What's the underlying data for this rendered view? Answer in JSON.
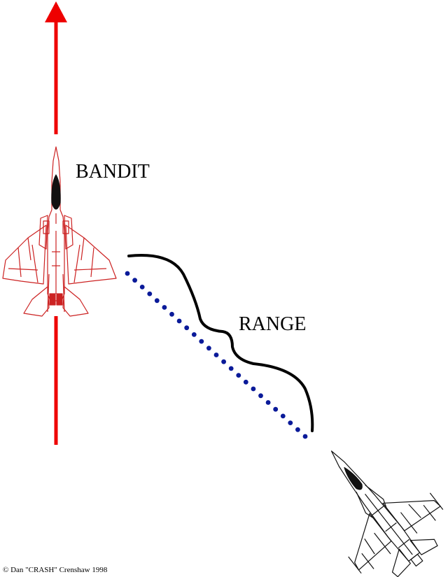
{
  "labels": {
    "bandit": "BANDIT",
    "range": "RANGE"
  },
  "footer": {
    "copyright": "© Dan \"CRASH\" Crenshaw 1998"
  },
  "colors": {
    "heading_arrow": "#ee0000",
    "bandit_aircraft": "#cc2222",
    "range_line": "#0a1a99",
    "range_brace": "#000000",
    "fighter_aircraft": "#111111",
    "background": "#ffffff"
  },
  "icons": {
    "bandit": "f15-eagle-topview-icon",
    "fighter": "f16-falcon-topview-icon",
    "heading": "arrow-up-icon"
  }
}
